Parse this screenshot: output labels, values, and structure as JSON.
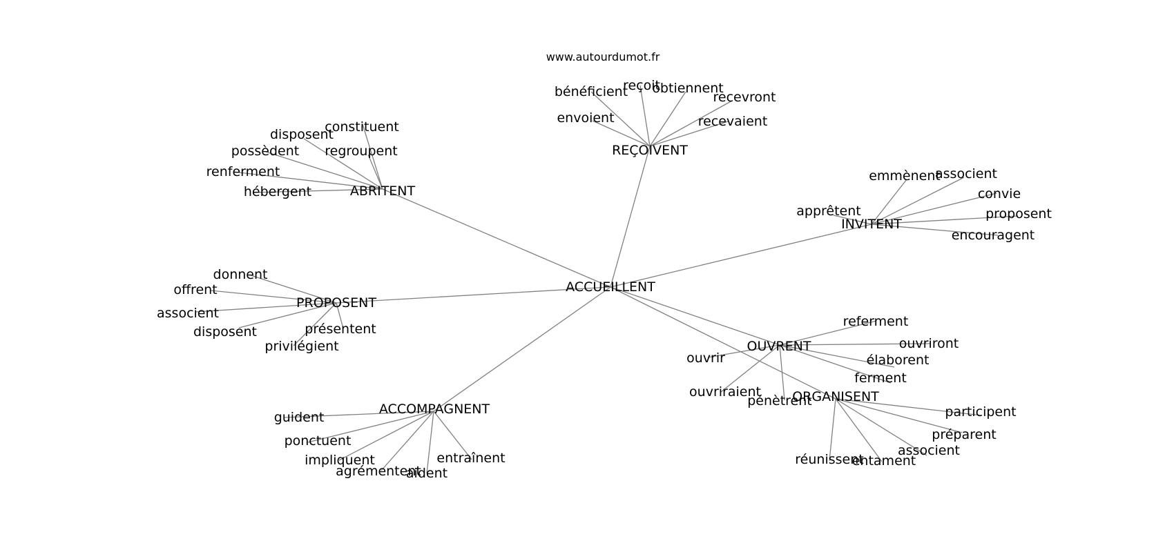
{
  "source": "www.autourdumot.fr",
  "center": "ACCUEILLENT",
  "groups": [
    {
      "hub": "REÇOIVENT",
      "words": [
        "bénéficient",
        "reçoit",
        "obtiennent",
        "recevront",
        "envoient",
        "recevaient"
      ]
    },
    {
      "hub": "ABRITENT",
      "words": [
        "constituent",
        "disposent",
        "regroupent",
        "possèdent",
        "renferment",
        "hébergent"
      ]
    },
    {
      "hub": "INVITENT",
      "words": [
        "emmènent",
        "associent",
        "convie",
        "apprêtent",
        "proposent",
        "encouragent"
      ]
    },
    {
      "hub": "PROPOSENT",
      "words": [
        "donnent",
        "offrent",
        "associent",
        "disposent",
        "présentent",
        "privilégient"
      ]
    },
    {
      "hub": "OUVRENT",
      "words": [
        "referment",
        "ouvriront",
        "ouvrir",
        "élaborent",
        "ferment",
        "ouvriraient",
        "pénètrent"
      ]
    },
    {
      "hub": "ORGANISENT",
      "words": [
        "participent",
        "préparent",
        "associent",
        "réunissent",
        "entament"
      ]
    },
    {
      "hub": "ACCOMPAGNENT",
      "words": [
        "guident",
        "ponctuent",
        "impliquent",
        "agrémentent",
        "aident",
        "entraînent"
      ]
    }
  ]
}
